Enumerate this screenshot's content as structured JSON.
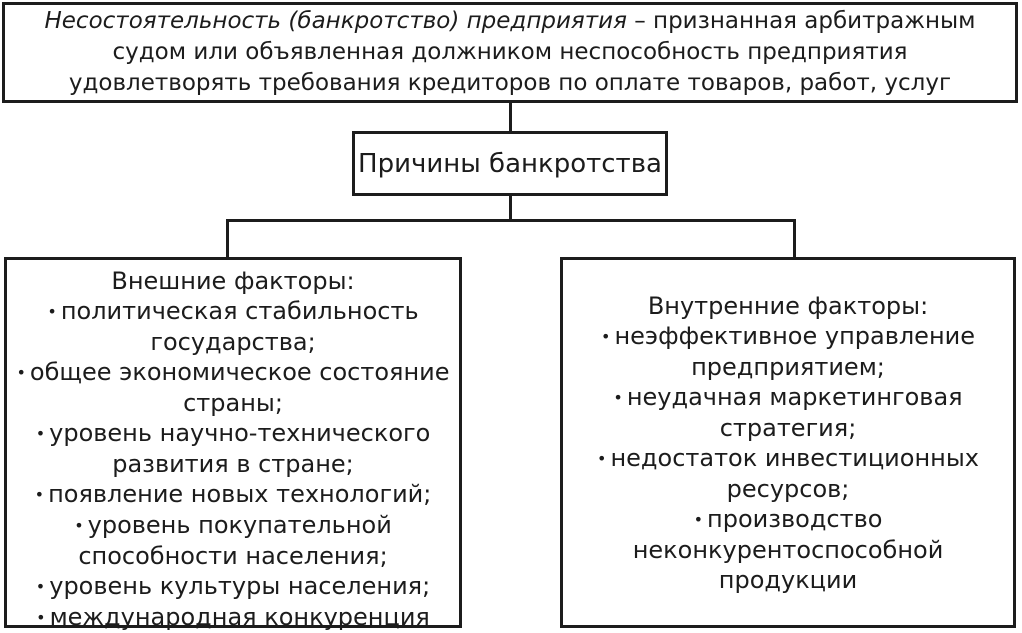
{
  "colors": {
    "line": "#1c1c1c",
    "text": "#1c1c1c",
    "background": "#ffffff"
  },
  "bullet": "•",
  "definition": {
    "term": "Несостоятельность (банкротство) предприятия",
    "rest": "– признанная арбитражным судом или объявленная должником неспособность предприятия удовлетворять требования кредиторов по оплате товаров, работ, услуг"
  },
  "causes": {
    "label": "Причины банкротства"
  },
  "external_factors": {
    "title": "Внешние факторы:",
    "items": [
      "политическая стабильность государства;",
      "общее экономическое состояние страны;",
      "уровень научно-технического развития в стране;",
      "появление новых технологий;",
      "уровень покупательной способности населения;",
      "уровень культуры населения;",
      "международная конкуренция"
    ]
  },
  "internal_factors": {
    "title": "Внутренние факторы:",
    "items": [
      "неэффективное управление предприятием;",
      "неудачная маркетинговая стратегия;",
      "недостаток инвестиционных ресурсов;",
      "производство неконкурентоспособной продукции"
    ]
  }
}
